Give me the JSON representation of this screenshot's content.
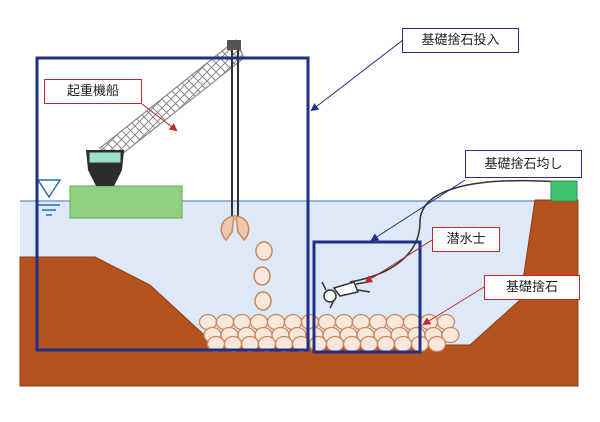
{
  "labels": {
    "crane_ship": "起重機船",
    "stone_dumping": "基礎捨石投入",
    "stone_leveling": "基礎捨石均し",
    "diver": "潜水士",
    "foundation_stone": "基礎捨石"
  },
  "colors": {
    "water": "#dde9f6",
    "water_line": "#7aa0c8",
    "seabed": "#b5531f",
    "seabed_edge": "#8f3d12",
    "barge": "#8fd17e",
    "ship_cabin": "#2c2c2c",
    "ship_window": "#9fe0cf",
    "crane_boom": "#b9b9b9",
    "stone_fill": "#f8e7da",
    "stone_stroke": "#c8875e",
    "frame_blue": "#1f2f8a",
    "callout_red": "#c0282b",
    "rig_green": "#3ec46d"
  },
  "icons": [
    "water-level-marker-icon",
    "crane-ship-icon",
    "grab-bucket-icon",
    "diver-icon"
  ]
}
